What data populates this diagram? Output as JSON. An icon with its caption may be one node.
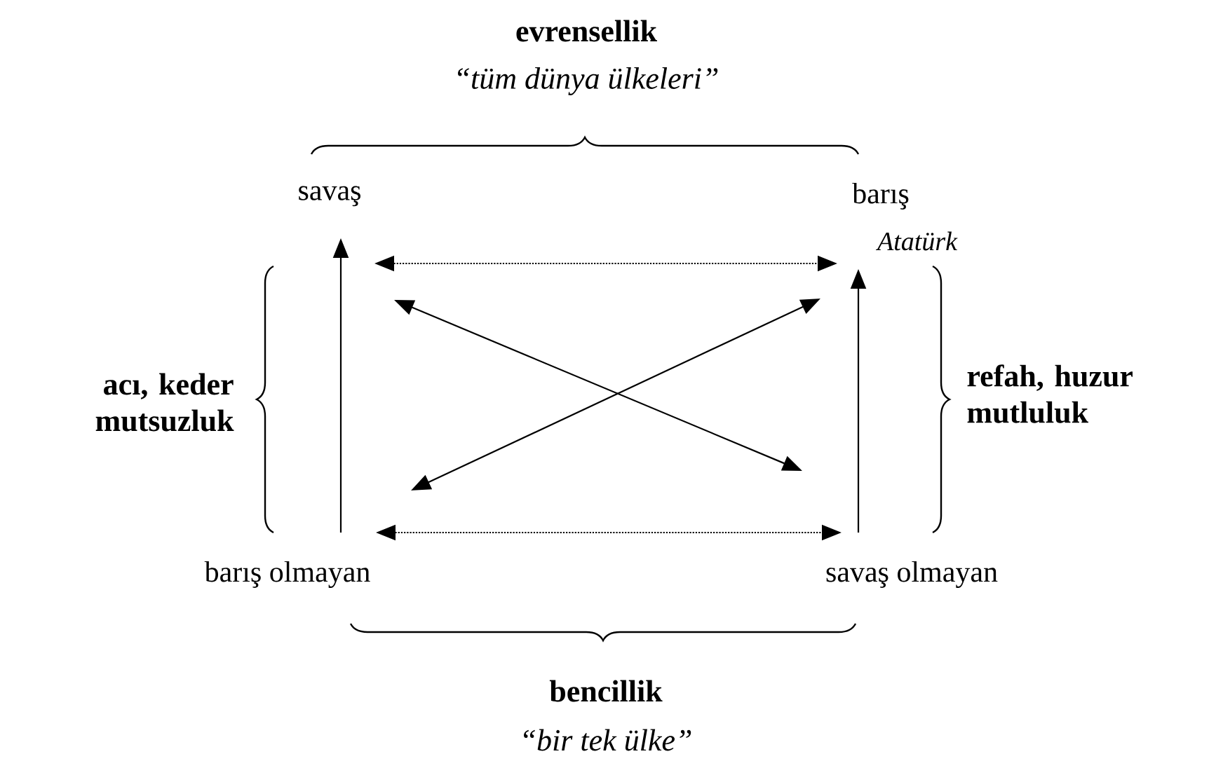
{
  "diagram": {
    "nodes": [
      {
        "text": [
          "savaş"
        ]
      },
      {
        "text": [
          "barış"
        ],
        "beside": [
          "Atatürk"
        ]
      },
      {
        "text": [
          "barış olmayan"
        ]
      },
      {
        "text": [
          "savaş olmayan"
        ]
      }
    ],
    "edges": [
      {
        "from": 0,
        "to": 1,
        "arrow": "both",
        "style": "dashed"
      },
      {
        "from": 0,
        "to": 3,
        "arrow": "both"
      },
      {
        "from": 1,
        "to": 2,
        "arrow": "both"
      },
      {
        "from": 2,
        "to": 0,
        "arrow": "to"
      },
      {
        "from": 3,
        "to": 1,
        "arrow": "to"
      },
      {
        "from": 2,
        "to": 3,
        "arrow": "both",
        "style": "dashed"
      }
    ],
    "labels": [
      "evrensellik",
      "“tüm dünya ülkeleri”",
      "acı, keder mutsuzluk",
      "refah, huzur mutluluk",
      "bencillik",
      "“bir tek ülke”"
    ]
  }
}
